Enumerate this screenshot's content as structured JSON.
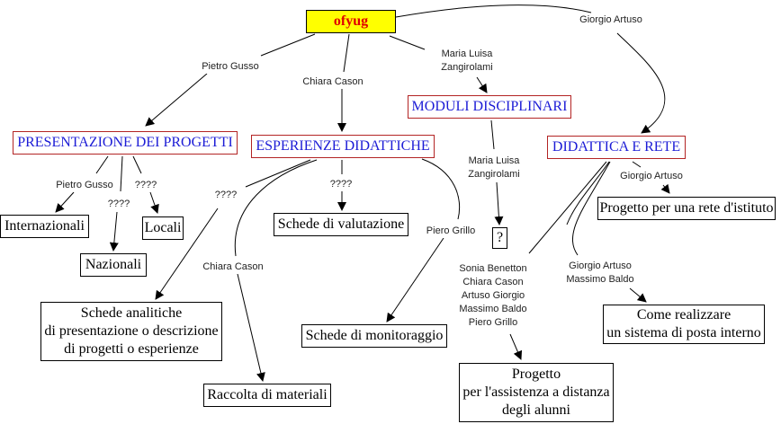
{
  "diagram": {
    "colors": {
      "root_fill": "#ffff00",
      "root_text": "#e00000",
      "category_border": "#b32424",
      "category_text": "#1c1cd6",
      "concept_border": "#000000",
      "line": "#000000"
    },
    "root": {
      "id": "root",
      "text": "ofyug"
    },
    "categories": [
      {
        "id": "presentazione",
        "text": "PRESENTAZIONE DEI PROGETTI"
      },
      {
        "id": "esperienze",
        "text": "ESPERIENZE DIDATTICHE"
      },
      {
        "id": "moduli",
        "text": "MODULI DISCIPLINARI"
      },
      {
        "id": "didattica",
        "text": "DIDATTICA E RETE"
      }
    ],
    "concepts": [
      {
        "id": "internazionali",
        "text": "Internazionali"
      },
      {
        "id": "nazionali",
        "text": "Nazionali"
      },
      {
        "id": "locali",
        "text": "Locali"
      },
      {
        "id": "schede-analitiche",
        "text": "Schede analitiche\ndi presentazione o descrizione\ndi progetti o esperienze"
      },
      {
        "id": "raccolta",
        "text": "Raccolta di materiali"
      },
      {
        "id": "schede-valutazione",
        "text": "Schede di valutazione"
      },
      {
        "id": "schede-monitoraggio",
        "text": "Schede di monitoraggio"
      },
      {
        "id": "question",
        "text": "?"
      },
      {
        "id": "assistenza",
        "text": "Progetto\nper l'assistenza a distanza\ndegli alunni"
      },
      {
        "id": "rete-istituto",
        "text": "Progetto per una rete d'istituto"
      },
      {
        "id": "posta",
        "text": "Come realizzare\nun sistema di posta interno"
      }
    ],
    "links": [
      {
        "label": "Pietro Gusso",
        "from": "root",
        "to": "presentazione"
      },
      {
        "label": "Chiara Cason",
        "from": "root",
        "to": "esperienze"
      },
      {
        "label": "Maria Luisa\nZangirolami",
        "from": "root",
        "to": "moduli"
      },
      {
        "label": "Giorgio Artuso",
        "from": "root",
        "to": "didattica"
      },
      {
        "label": "Pietro Gusso",
        "from": "presentazione",
        "to": "internazionali"
      },
      {
        "label": "????",
        "from": "presentazione",
        "to": "nazionali"
      },
      {
        "label": "????",
        "from": "presentazione",
        "to": "locali"
      },
      {
        "label": "????",
        "from": "esperienze",
        "to": "schede-analitiche"
      },
      {
        "label": "Chiara Cason",
        "from": "esperienze",
        "to": "raccolta"
      },
      {
        "label": "????",
        "from": "esperienze",
        "to": "schede-valutazione"
      },
      {
        "label": "Piero Grillo",
        "from": "esperienze",
        "to": "schede-monitoraggio"
      },
      {
        "label": "Maria Luisa\nZangirolami",
        "from": "moduli",
        "to": "question"
      },
      {
        "label": "Sonia Benetton\nChiara Cason\nArtuso Giorgio\nMassimo Baldo\nPiero Grillo",
        "from": "didattica",
        "to": "assistenza"
      },
      {
        "label": "Giorgio Artuso",
        "from": "didattica",
        "to": "rete-istituto"
      },
      {
        "label": "Giorgio Artuso\nMassimo Baldo",
        "from": "didattica",
        "to": "posta"
      }
    ]
  }
}
